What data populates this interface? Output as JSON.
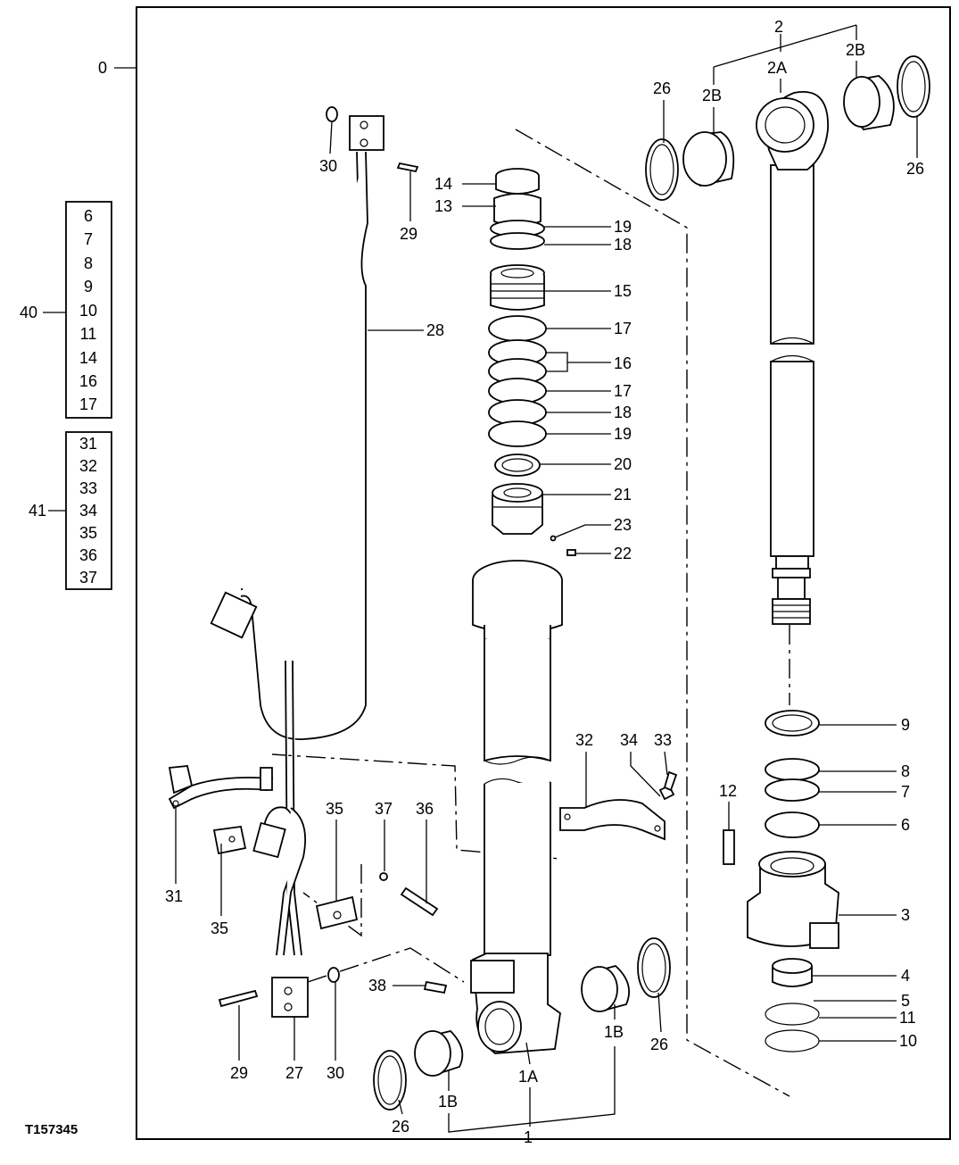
{
  "figure_id": "T157345",
  "callouts": {
    "c0": "0",
    "c1": "1",
    "c1a": "1A",
    "c1b_left": "1B",
    "c1b_right": "1B",
    "c2": "2",
    "c2a": "2A",
    "c2b_left": "2B",
    "c2b_right": "2B",
    "c3": "3",
    "c4": "4",
    "c5": "5",
    "c6": "6",
    "c7": "7",
    "c8": "8",
    "c9": "9",
    "c10": "10",
    "c11": "11",
    "c12": "12",
    "c13": "13",
    "c14": "14",
    "c15": "15",
    "c16": "16",
    "c17a": "17",
    "c17b": "17",
    "c18a": "18",
    "c18b": "18",
    "c19a": "19",
    "c19b": "19",
    "c20": "20",
    "c21": "21",
    "c22": "22",
    "c23": "23",
    "c26_top": "26",
    "c26_topright": "26",
    "c26_bottom": "26",
    "c26_mid": "26",
    "c27": "27",
    "c28": "28",
    "c29_top": "29",
    "c29_bottom": "29",
    "c30_top": "30",
    "c30_bottom": "30",
    "c31": "31",
    "c32": "32",
    "c33": "33",
    "c34": "34",
    "c35_a": "35",
    "c35_b": "35",
    "c36": "36",
    "c37": "37",
    "c38": "38",
    "c40": "40",
    "c41": "41"
  },
  "kit_40": {
    "label": "40",
    "items": [
      "6",
      "7",
      "8",
      "9",
      "10",
      "11",
      "14",
      "16",
      "17"
    ]
  },
  "kit_41": {
    "label": "41",
    "items": [
      "31",
      "32",
      "33",
      "34",
      "35",
      "36",
      "37"
    ]
  }
}
